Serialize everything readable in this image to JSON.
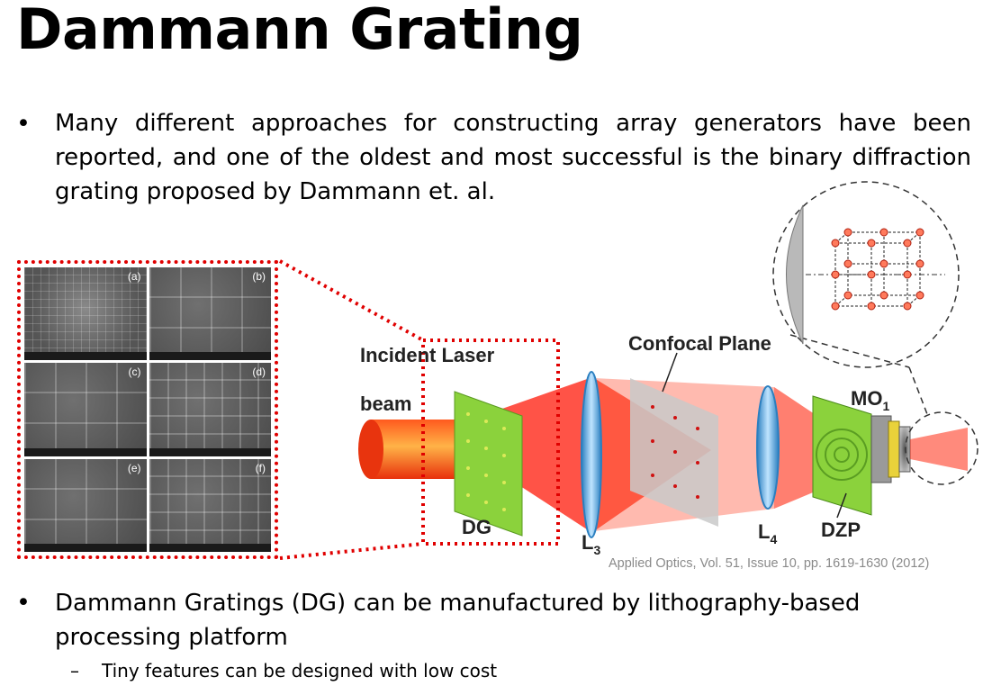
{
  "slide": {
    "title": "Dammann Grating",
    "bullets": [
      {
        "marker": "•",
        "text": "Many different approaches for constructing array generators have been reported, and one of the oldest and most successful is the binary diffraction grating proposed by Dammann et. al."
      },
      {
        "marker": "•",
        "text": "Dammann Gratings (DG) can be manufactured by lithography-based processing platform"
      }
    ],
    "sub_bullet": {
      "marker": "–",
      "text": "Tiny features can be designed with low cost"
    }
  },
  "figure": {
    "sem_panels": [
      "(a)",
      "(b)",
      "(c)",
      "(d)",
      "(e)",
      "(f)"
    ],
    "labels": {
      "incident_laser": "Incident Laser",
      "beam": "beam",
      "dg": "DG",
      "l3_base": "L",
      "l3_sub": "3",
      "confocal_plane": "Confocal Plane",
      "l4_base": "L",
      "l4_sub": "4",
      "dzp": "DZP",
      "mo_base": "MO",
      "mo_sub": "1"
    },
    "citation": "Applied Optics, Vol. 51, Issue 10, pp. 1619-1630 (2012)",
    "colors": {
      "highlight": "#e00000",
      "beam": "#ff2a10",
      "lens": "#3aa0e0",
      "grating": "#8bd23c"
    }
  }
}
